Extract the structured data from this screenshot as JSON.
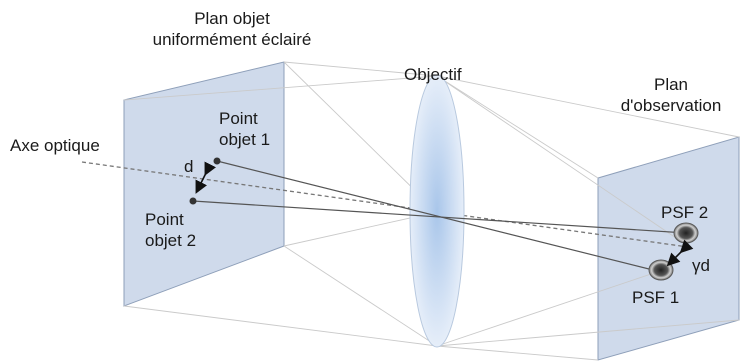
{
  "labels": {
    "object_plane_line1": "Plan objet",
    "object_plane_line2": "uniformément éclairé",
    "objective": "Objectif",
    "observation_plane_line1": "Plan",
    "observation_plane_line2": "d'observation",
    "optical_axis": "Axe optique",
    "point1_line1": "Point",
    "point1_line2": "objet 1",
    "point2_line1": "Point",
    "point2_line2": "objet 2",
    "distance": "d",
    "psf1": "PSF 1",
    "psf2": "PSF 2",
    "scaled_distance": "γd"
  },
  "colors": {
    "plane_fill": "#cdd9ea",
    "plane_stroke": "#8c9fba",
    "lens_center": "#aac8ea",
    "lens_edge": "#e8f0fa",
    "ray_main": "#555555",
    "ray_light": "#c8c8c8",
    "axis_dash": "#777777"
  }
}
